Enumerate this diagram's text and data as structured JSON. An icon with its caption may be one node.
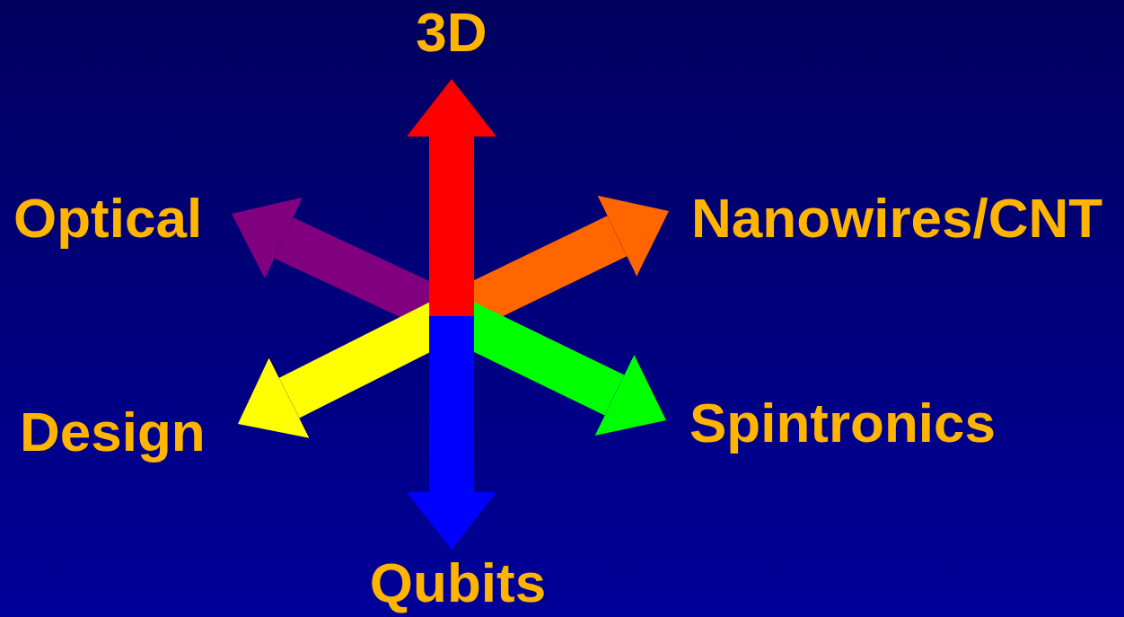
{
  "diagram": {
    "nodes": [
      {
        "text": [
          "3D"
        ]
      },
      {
        "text": [
          "Optical"
        ]
      },
      {
        "text": [
          "Nanowires/CNT"
        ]
      },
      {
        "text": [
          "Spintronics"
        ]
      },
      {
        "text": [
          "Design"
        ]
      },
      {
        "text": [
          "Qubits"
        ]
      }
    ],
    "edges": [
      {
        "from": null,
        "to": 1,
        "arrow": "to",
        "color": "#800080"
      },
      {
        "from": null,
        "to": 2,
        "arrow": "to",
        "color": "#ff6600"
      },
      {
        "from": null,
        "to": 4,
        "arrow": "to",
        "color": "#ffff00"
      },
      {
        "from": null,
        "to": 3,
        "arrow": "to",
        "color": "#00ff00"
      },
      {
        "from": null,
        "to": 0,
        "arrow": "to",
        "color": "#ff0000"
      },
      {
        "from": null,
        "to": 5,
        "arrow": "to",
        "color": "#0000ff"
      }
    ]
  }
}
